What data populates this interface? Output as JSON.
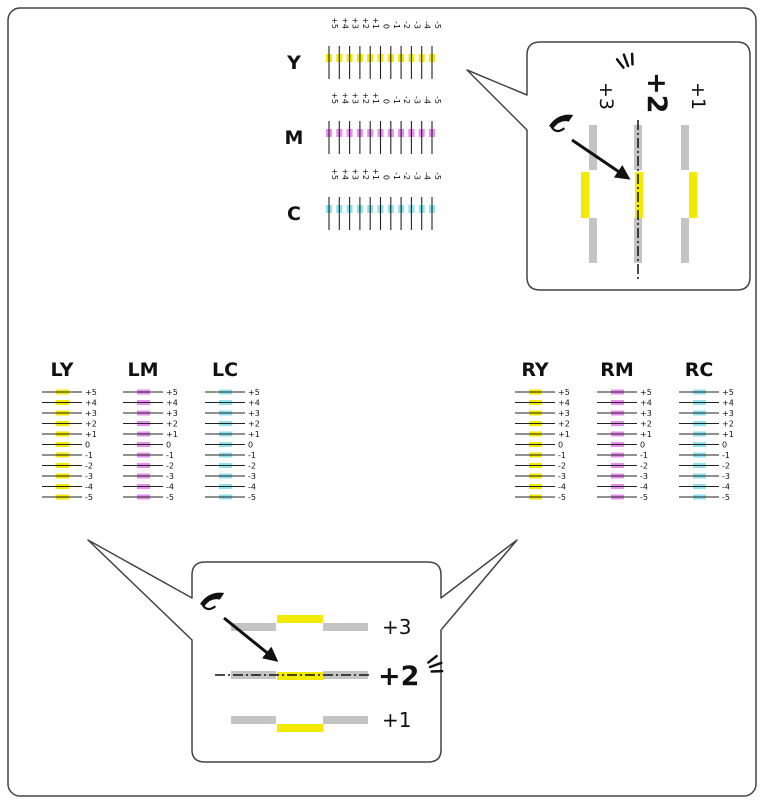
{
  "colors": {
    "yellow": "#f2ea00",
    "magenta": "#e98ef0",
    "cyan": "#8fe3ef",
    "gray": "#c4c4c4",
    "line": "#222222"
  },
  "vertical_chart": {
    "values": [
      "+5",
      "+4",
      "+3",
      "+2",
      "+1",
      "0",
      "-1",
      "-2",
      "-3",
      "-4",
      "-5"
    ],
    "rows": [
      {
        "label": "Y",
        "color_key": "yellow"
      },
      {
        "label": "M",
        "color_key": "magenta"
      },
      {
        "label": "C",
        "color_key": "cyan"
      }
    ]
  },
  "horizontal_charts": {
    "values": [
      "+5",
      "+4",
      "+3",
      "+2",
      "+1",
      "0",
      "-1",
      "-2",
      "-3",
      "-4",
      "-5"
    ],
    "left": [
      {
        "label": "LY",
        "color_key": "yellow"
      },
      {
        "label": "LM",
        "color_key": "magenta"
      },
      {
        "label": "LC",
        "color_key": "cyan"
      }
    ],
    "right": [
      {
        "label": "RY",
        "color_key": "yellow"
      },
      {
        "label": "RM",
        "color_key": "magenta"
      },
      {
        "label": "RC",
        "color_key": "cyan"
      }
    ]
  },
  "zoom_vertical": {
    "labels": [
      "+3",
      "+2",
      "+1"
    ],
    "selected_value": "+2",
    "icons": [
      "eye-icon",
      "sparkle-icon",
      "arrow-icon"
    ]
  },
  "zoom_horizontal": {
    "labels": [
      "+3",
      "+2",
      "+1"
    ],
    "selected_value": "+2",
    "icons": [
      "eye-icon",
      "sparkle-icon",
      "arrow-icon"
    ]
  }
}
